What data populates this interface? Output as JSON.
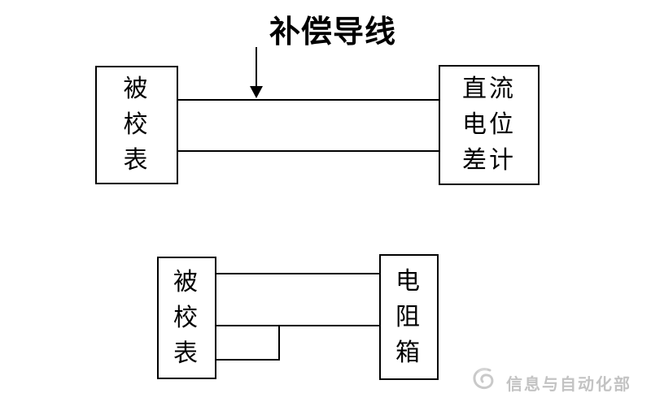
{
  "top_diagram": {
    "title": "补偿导线",
    "left_box_label": "被\n校\n表",
    "right_box_label": "直流\n电位\n差计"
  },
  "bottom_diagram": {
    "left_box_label": "被\n校\n表",
    "right_box_label": "电\n阻\n箱"
  },
  "watermark": {
    "text": "信息与自动化部"
  },
  "colors": {
    "line": "#000000",
    "watermark_gray": "#c3c3c3",
    "background": "#ffffff"
  }
}
